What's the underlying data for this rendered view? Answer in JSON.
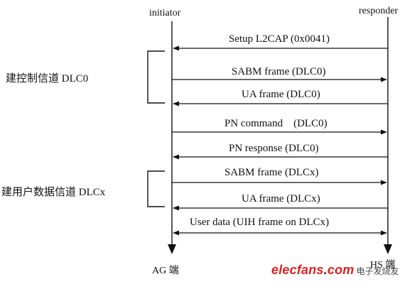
{
  "participants": {
    "initiator": "initiator",
    "responder": "responder"
  },
  "endpoints": {
    "initiator": "AG 端",
    "responder": "HS 端"
  },
  "groups": [
    {
      "label": "建控制信道 DLC0"
    },
    {
      "label": "建用户数据信道 DLCx"
    }
  ],
  "messages": [
    {
      "label": "Setup L2CAP (0x0041)",
      "direction": "responder-to-initiator"
    },
    {
      "label": "SABM frame (DLC0)",
      "direction": "initiator-to-responder"
    },
    {
      "label": "UA frame (DLC0)",
      "direction": "responder-to-initiator"
    },
    {
      "label": "PN command    (DLC0)",
      "direction": "initiator-to-responder"
    },
    {
      "label": "PN response (DLC0)",
      "direction": "responder-to-initiator"
    },
    {
      "label": "SABM frame (DLCx)",
      "direction": "initiator-to-responder"
    },
    {
      "label": "UA frame (DLCx)",
      "direction": "responder-to-initiator"
    },
    {
      "label": "User data (UIH frame on DLCx)",
      "direction": "bidirectional"
    }
  ],
  "watermark": {
    "brand": "elecfans",
    "domain": "com",
    "cn": "电子发烧友"
  }
}
